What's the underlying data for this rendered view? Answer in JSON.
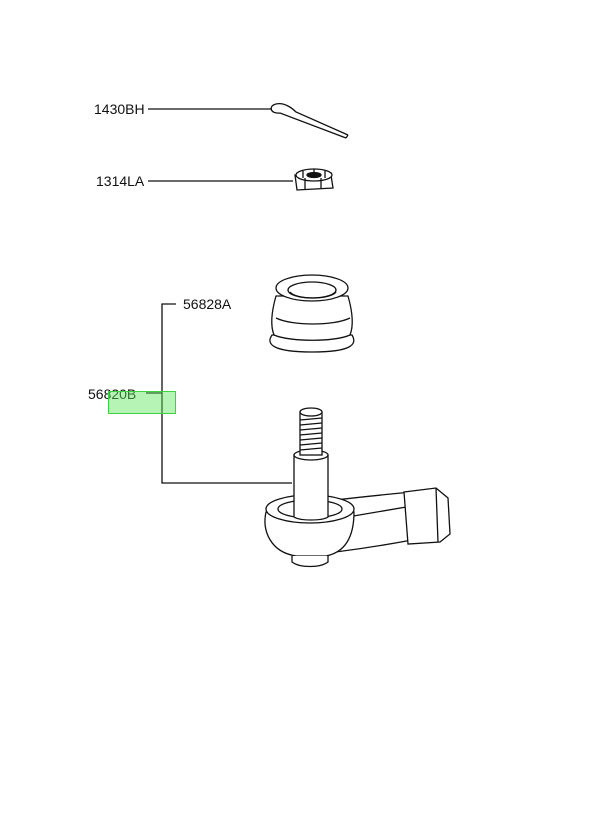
{
  "parts": [
    {
      "number": "1430BH",
      "name": "cotter-pin"
    },
    {
      "number": "1314LA",
      "name": "castle-nut"
    },
    {
      "number": "56828A",
      "name": "dust-boot"
    },
    {
      "number": "56820B",
      "name": "tie-rod-end"
    }
  ],
  "highlight": {
    "part_number": "56820B",
    "color": "#5ae65a"
  },
  "colors": {
    "line": "#111111",
    "background": "#ffffff"
  }
}
